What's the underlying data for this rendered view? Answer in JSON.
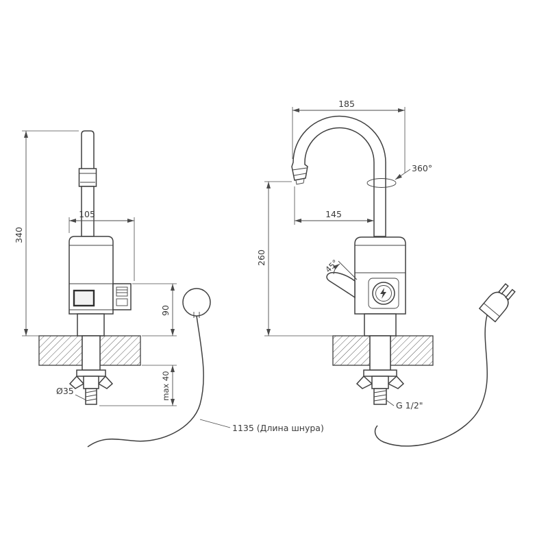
{
  "side_view": {
    "dim_height_total": "340",
    "dim_body_width": "105",
    "dim_body_height": "90",
    "dim_mount_max": "max 40",
    "dim_shank_diameter": "Ø35",
    "cord_length_label": "1135 (Длина шнура)"
  },
  "front_view": {
    "dim_spout_reach": "185",
    "dim_spout_offset": "145",
    "dim_spout_height": "260",
    "label_rotation": "360°",
    "label_handle_angle": "45°",
    "label_thread": "G 1/2\""
  },
  "colors": {
    "line": "#3f3f3f",
    "dimension": "#4a4a4a",
    "background": "#ffffff"
  }
}
